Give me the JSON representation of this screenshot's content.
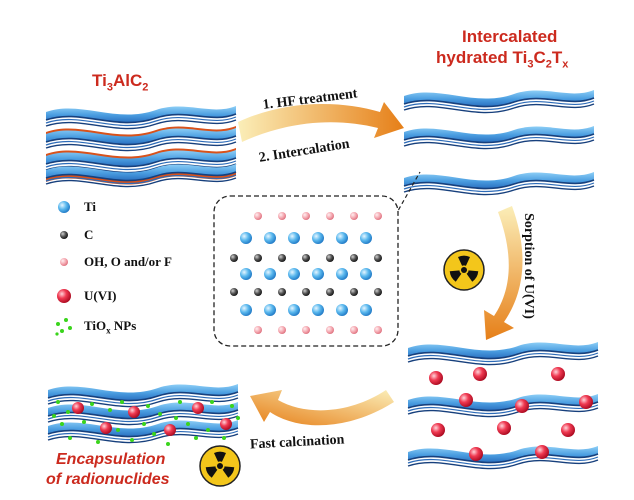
{
  "labels": {
    "start_material": {
      "main": "Ti",
      "sub1": "3",
      "mid": "AlC",
      "sub2": "2"
    },
    "product_line1": "Intercalated",
    "product_line2": {
      "main": "hydrated Ti",
      "sub1": "3",
      "mid": "C",
      "sub2": "2",
      "mid2": "T",
      "sub3": "x"
    },
    "step_hf": "1. HF treatment",
    "step_intercalation": "2. Intercalation",
    "step_sorption": "Sorption of U(VI)",
    "step_calcination": "Fast calcination",
    "final_line1": "Encapsulation",
    "final_line2": "of radionuclides"
  },
  "legend": [
    {
      "key": "ti",
      "text": "Ti",
      "color": "#4fb3e8"
    },
    {
      "key": "c",
      "text": "C",
      "color": "#555555"
    },
    {
      "key": "t",
      "text": "OH, O and/or F",
      "color": "#f2a0a8"
    },
    {
      "key": "u",
      "text": "U(VI)",
      "color": "#e8223a"
    },
    {
      "key": "tiox",
      "main": "TiO",
      "sub": "x",
      "rest": " NPs",
      "color": "#39d61c"
    }
  ],
  "colors": {
    "sheet_top": "#5fb0ea",
    "sheet_dark": "#1f5fa8",
    "al_layer": "#d84a1a",
    "arrow_light": "#f8e5a0",
    "arrow_dark": "#e27d1a",
    "hazard": "#f2c51b"
  },
  "icons": [
    "radiation-icon",
    "radiation-icon"
  ]
}
